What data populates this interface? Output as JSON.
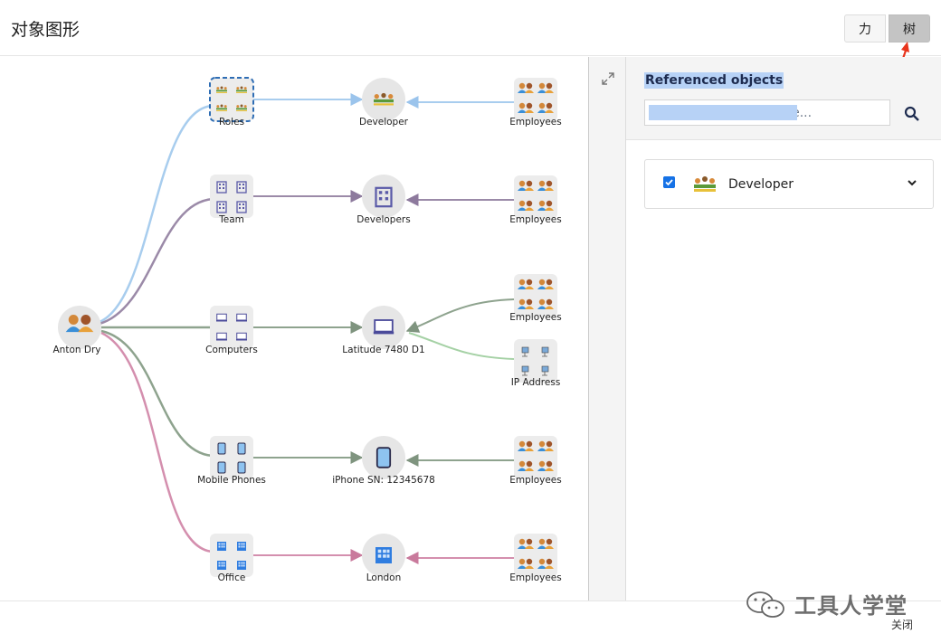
{
  "header": {
    "title": "对象图形",
    "view_force_label": "力",
    "view_tree_label": "树"
  },
  "graph": {
    "root": "Anton Dry",
    "categories": [
      {
        "name": "Roles",
        "target": "Developer",
        "source": "Employees",
        "color": "#a8cdee"
      },
      {
        "name": "Team",
        "target": "Developers",
        "source": "Employees",
        "color": "#9b8aa8"
      },
      {
        "name": "Computers",
        "target": "Latitude 7480 D1",
        "source": "Employees",
        "source2": "IP Address",
        "color": "#8ea38e"
      },
      {
        "name": "Mobile Phones",
        "target": "iPhone SN: 12345678",
        "source": "Employees",
        "color": "#8ea38e"
      },
      {
        "name": "Office",
        "target": "London",
        "source": "Employees",
        "color": "#d48fae"
      }
    ]
  },
  "panel": {
    "title": "Referenced objects",
    "search_placeholder": "Search on any attribute...",
    "items": [
      {
        "label": "Developer",
        "checked": true
      }
    ]
  },
  "footer": {
    "watermark": "工具人学堂",
    "close_label": "关闭"
  }
}
